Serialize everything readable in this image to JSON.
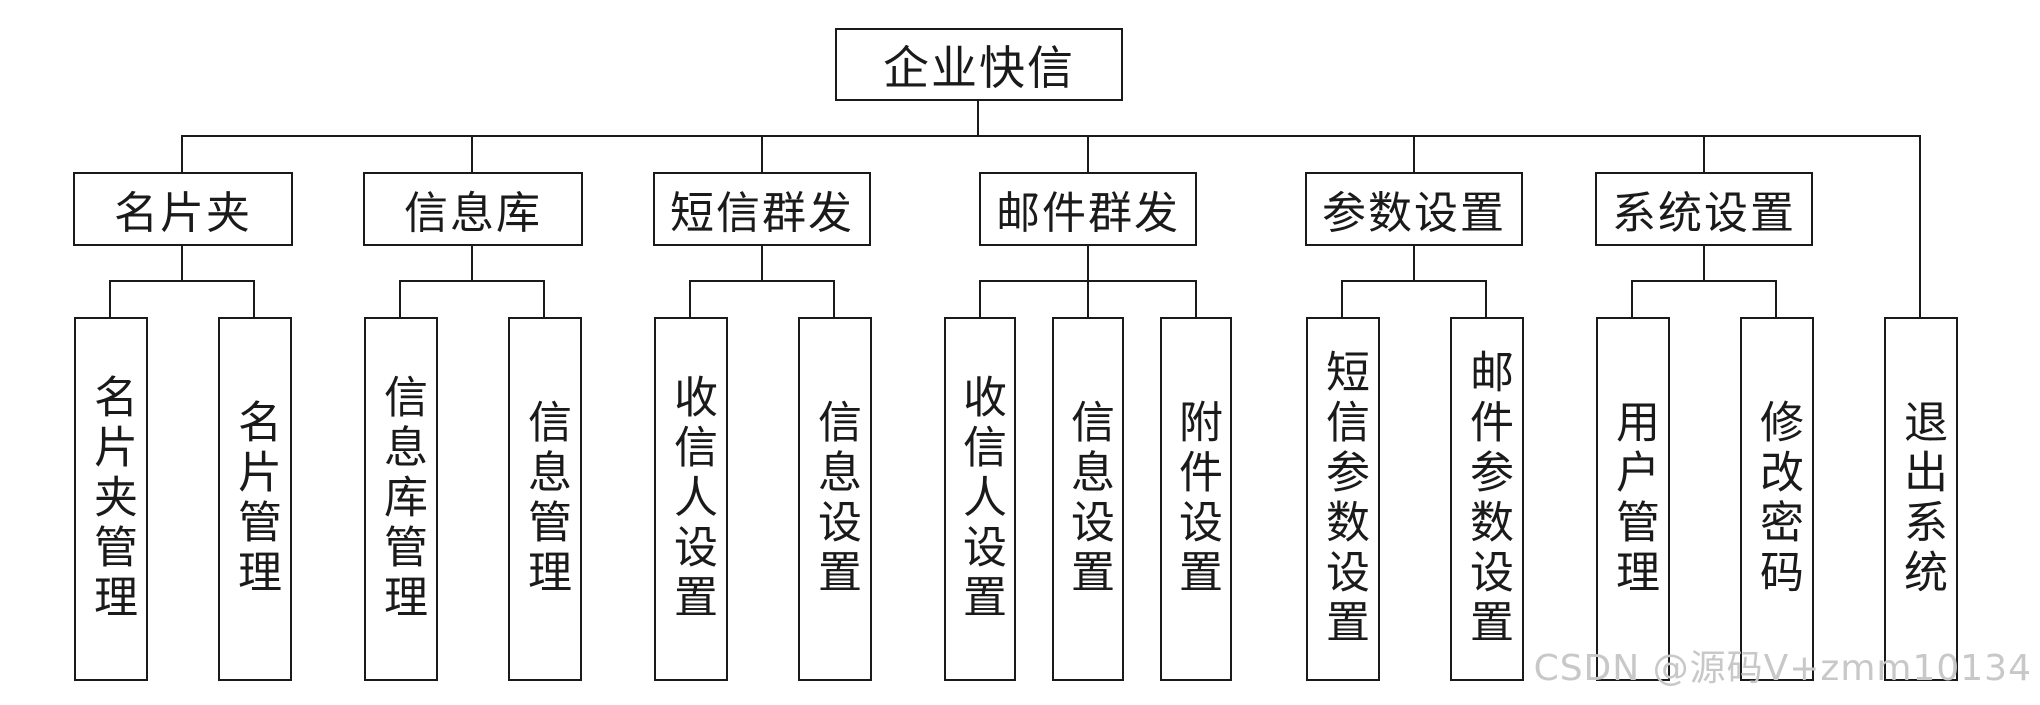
{
  "diagram": {
    "root": "企业快信",
    "groups": [
      {
        "label": "名片夹",
        "children": [
          "名片夹管理",
          "名片管理"
        ]
      },
      {
        "label": "信息库",
        "children": [
          "信息库管理",
          "信息管理"
        ]
      },
      {
        "label": "短信群发",
        "children": [
          "收信人设置",
          "信息设置"
        ]
      },
      {
        "label": "邮件群发",
        "children": [
          "收信人设置",
          "信息设置",
          "附件设置"
        ]
      },
      {
        "label": "参数设置",
        "children": [
          "短信参数设置",
          "邮件参数设置"
        ]
      },
      {
        "label": "系统设置",
        "children": [
          "用户管理",
          "修改密码"
        ]
      }
    ],
    "standalone": "退出系统"
  },
  "watermark": "CSDN @源码V+zmm10134"
}
